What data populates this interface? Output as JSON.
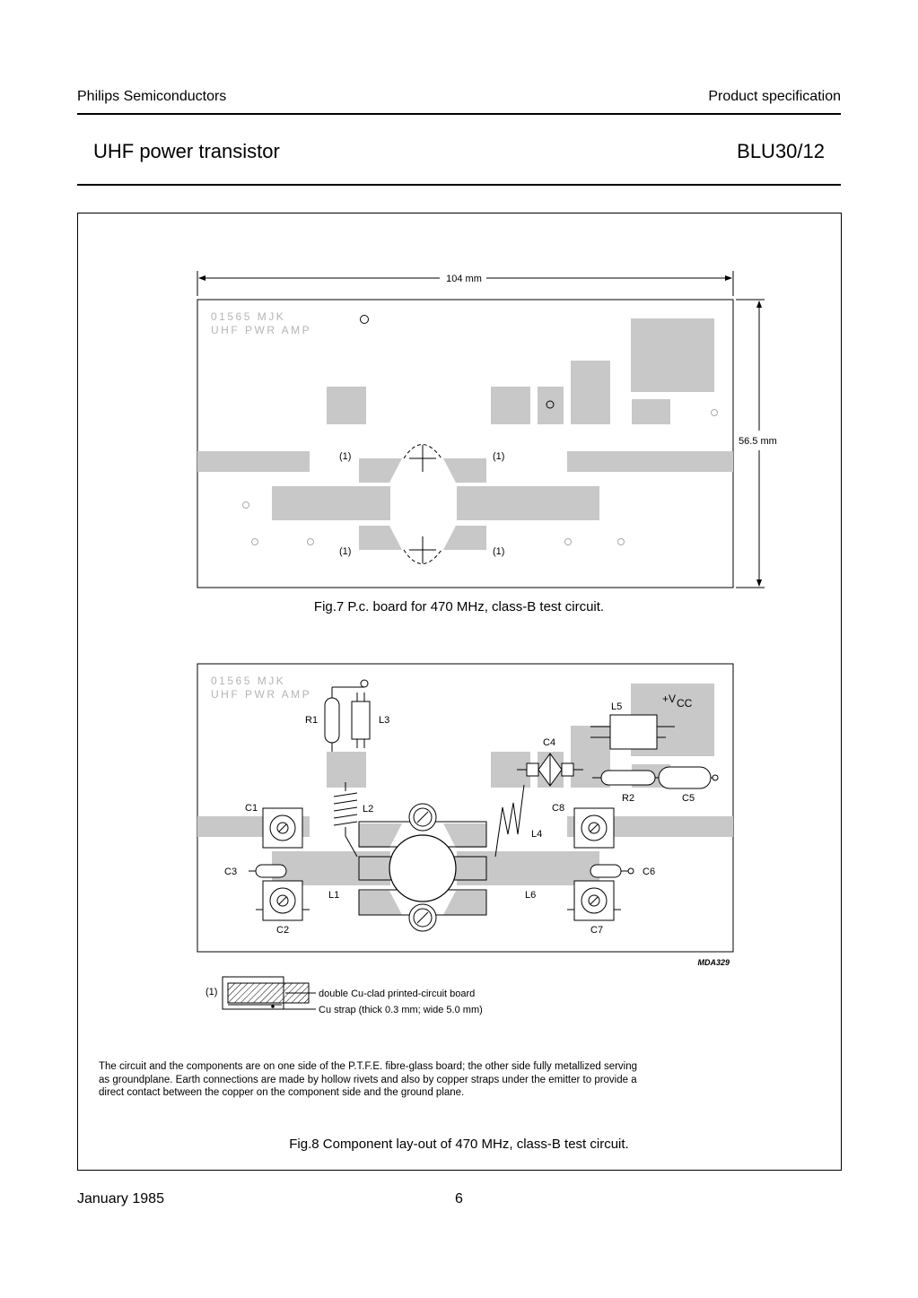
{
  "header": {
    "company": "Philips Semiconductors",
    "doc_type": "Product specification",
    "title": "UHF power transistor",
    "part_number": "BLU30/12"
  },
  "fig7": {
    "dim_width": "104 mm",
    "dim_height": "56.5 mm",
    "board_text_line1": "01565  MJK",
    "board_text_line2": "UHF PWR AMP",
    "ref_note": "(1)",
    "caption": "Fig.7  P.c. board for 470 MHz, class-B test circuit."
  },
  "fig8": {
    "board_text_line1": "01565  MJK",
    "board_text_line2": "UHF PWR AMP",
    "components": {
      "R1": "R1",
      "L3": "L3",
      "L5": "L5",
      "VCC": "+V",
      "VCC_sub": "CC",
      "C4": "C4",
      "R2": "R2",
      "C5": "C5",
      "C1": "C1",
      "L2": "L2",
      "C8": "C8",
      "L4": "L4",
      "C3": "C3",
      "C6": "C6",
      "L1": "L1",
      "L6": "L6",
      "C2": "C2",
      "C7": "C7"
    },
    "drawing_code": "MDA329",
    "legend_ref": "(1)",
    "legend_line1": "double Cu-clad printed-circuit board",
    "legend_line2": "Cu strap (thick 0.3 mm; wide 5.0 mm)",
    "note_line1": "The circuit and the components are on one side of the P.T.F.E. fibre-glass board; the other side fully metallized serving",
    "note_line2": "as groundplane. Earth connections are made by hollow rivets and also by copper straps under the emitter to provide a",
    "note_line3": "direct contact between the copper on the component side and the ground plane.",
    "caption": "Fig.8  Component lay-out of 470 MHz, class-B test circuit."
  },
  "footer": {
    "date": "January 1985",
    "page_number": "6"
  }
}
